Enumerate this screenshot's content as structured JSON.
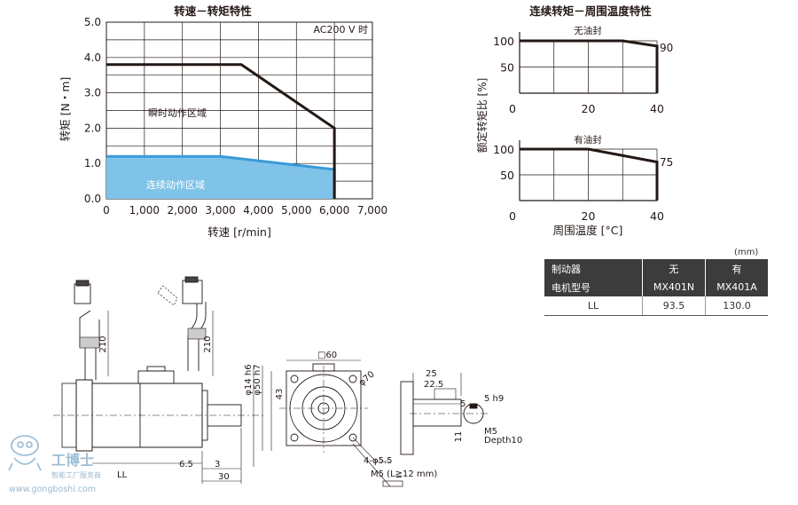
{
  "chart_data": [
    {
      "type": "line",
      "title": "转速－转矩特性",
      "xlabel": "转速 [r/min]",
      "ylabel": "转矩 [N・m]",
      "xlim": [
        0,
        7000
      ],
      "ylim": [
        0,
        5
      ],
      "x_ticks": [
        "0",
        "1,000",
        "2,000",
        "3,000",
        "4,000",
        "5,000",
        "6,000",
        "7,000"
      ],
      "y_ticks": [
        "0.0",
        "1.0",
        "2.0",
        "3.0",
        "4.0",
        "5.0"
      ],
      "grid": true,
      "annotation": "AC200 V 时",
      "regions": [
        {
          "label": "瞬时动作区域",
          "color": "#231815",
          "points": [
            [
              0,
              3.8
            ],
            [
              3550,
              3.8
            ],
            [
              6000,
              2.0
            ],
            [
              6000,
              0
            ]
          ]
        },
        {
          "label": "连续动作区域",
          "color": "#3a9ad9",
          "fill": "#7fc3e8",
          "points": [
            [
              0,
              1.2
            ],
            [
              3000,
              1.2
            ],
            [
              6000,
              0.83
            ],
            [
              6000,
              0
            ]
          ]
        }
      ]
    },
    {
      "type": "line",
      "title": "连续转矩－周围温度特性",
      "subtitle": "无油封",
      "xlabel": "",
      "ylabel": "额定转矩比 [%]",
      "xlim": [
        0,
        40
      ],
      "y_ticks": [
        "50",
        "100"
      ],
      "x_ticks": [
        "0",
        "20",
        "40"
      ],
      "grid": true,
      "series": [
        {
          "x": [
            0,
            30,
            40,
            40
          ],
          "y": [
            100,
            100,
            90,
            0
          ]
        }
      ],
      "end_label": "90"
    },
    {
      "type": "line",
      "title": "",
      "subtitle": "有油封",
      "xlabel": "周围温度 [°C]",
      "ylabel": "",
      "xlim": [
        0,
        40
      ],
      "y_ticks": [
        "50",
        "100"
      ],
      "x_ticks": [
        "0",
        "20",
        "40"
      ],
      "grid": true,
      "series": [
        {
          "x": [
            0,
            20,
            40,
            40
          ],
          "y": [
            100,
            100,
            75,
            0
          ]
        }
      ],
      "end_label": "75"
    }
  ],
  "spec_table": {
    "unit": "(mm)",
    "rows": [
      [
        "制动器",
        "无",
        "有"
      ],
      [
        "电机型号",
        "MX401N",
        "MX401A"
      ],
      [
        "LL",
        "93.5",
        "130.0"
      ]
    ]
  },
  "drawing": {
    "dims": [
      "210",
      "210",
      "6.5",
      "3",
      "LL",
      "30",
      "φ14 h6",
      "φ50 h7",
      "43",
      "□60",
      "φ70",
      "4-φ5.5",
      "M5 (L≧12 mm)",
      "25",
      "22.5",
      "5",
      "5 h9",
      "11",
      "M5",
      "Depth10"
    ]
  },
  "watermark": {
    "brand": "工博士",
    "slogan": "智能工厂服务商",
    "url": "www.gongboshi.com"
  }
}
